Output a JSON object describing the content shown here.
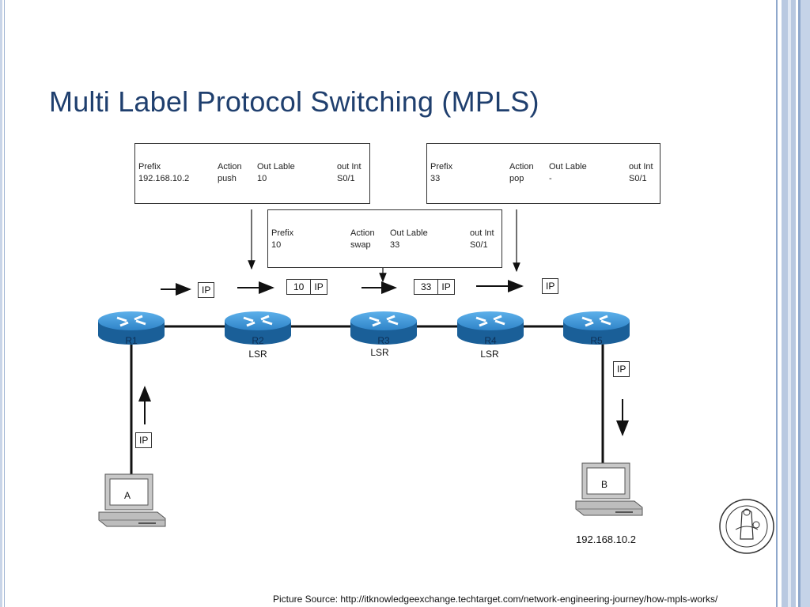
{
  "title": "Multi Label Protocol Switching (MPLS)",
  "tables": [
    {
      "headers": [
        "Prefix",
        "Action",
        "Out Lable",
        "out Int"
      ],
      "row": [
        "192.168.10.2",
        "push",
        "10",
        "S0/1"
      ]
    },
    {
      "headers": [
        "Prefix",
        "Action",
        "Out Lable",
        "out Int"
      ],
      "row": [
        "10",
        "swap",
        "33",
        "S0/1"
      ]
    },
    {
      "headers": [
        "Prefix",
        "Action",
        "Out Lable",
        "out Int"
      ],
      "row": [
        "33",
        "pop",
        "-",
        "S0/1"
      ]
    }
  ],
  "packets": {
    "p1": [
      "IP"
    ],
    "p2": [
      "10",
      "IP"
    ],
    "p3": [
      "33",
      "IP"
    ],
    "p4": [
      "IP"
    ],
    "p5": [
      "IP"
    ],
    "p6": [
      "IP"
    ]
  },
  "routers": [
    {
      "name": "R1",
      "role": ""
    },
    {
      "name": "R2",
      "role": "LSR"
    },
    {
      "name": "R3",
      "role": "LSR"
    },
    {
      "name": "R4",
      "role": "LSR"
    },
    {
      "name": "R5",
      "role": ""
    }
  ],
  "hosts": [
    {
      "name": "A",
      "address": ""
    },
    {
      "name": "B",
      "address": "192.168.10.2"
    }
  ],
  "source": "Picture Source: http://itknowledgeexchange.techtarget.com/network-engineering-journey/how-mpls-works/",
  "colors": {
    "title": "#1f3f6e",
    "router": "#2f84c8",
    "router_dark": "#1a5f98"
  },
  "icons": {
    "router": "router-icon",
    "computer": "computer-icon",
    "seal": "university-seal-icon"
  }
}
